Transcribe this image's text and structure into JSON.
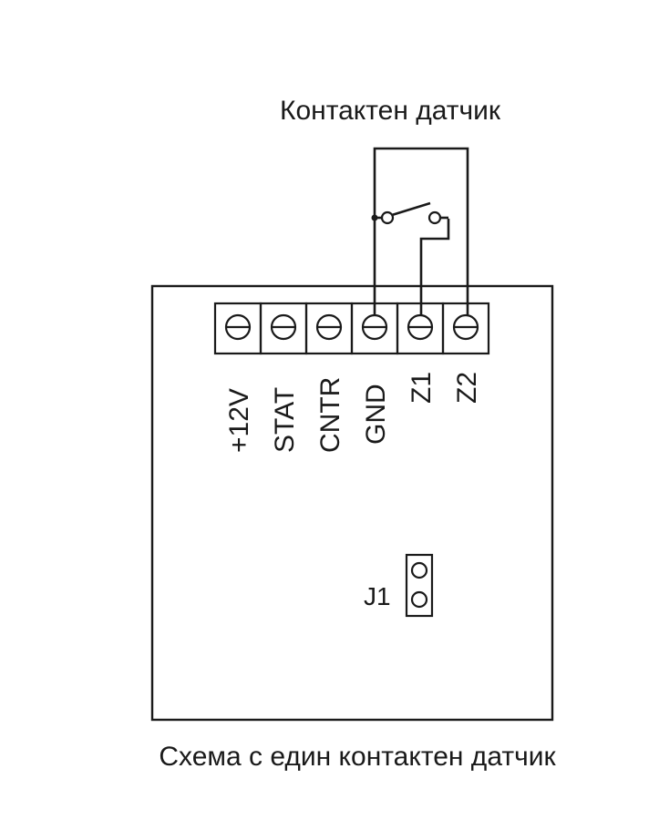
{
  "sensor_title": "Контактен датчик",
  "caption": "Схема с един контактен датчик",
  "terminals": [
    "+12V",
    "STAT",
    "CNTR",
    "GND",
    "Z1",
    "Z2"
  ],
  "jumper": {
    "label": "J1",
    "pins": 2
  },
  "connections": [
    "GND",
    "Z1",
    "Z2"
  ]
}
